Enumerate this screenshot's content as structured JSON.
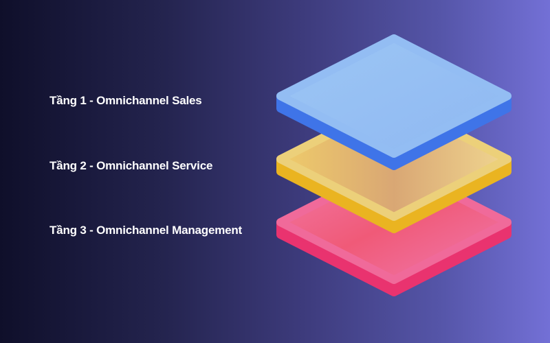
{
  "layers": [
    {
      "label": "Tầng 1 - Omnichannel Sales",
      "color": "#93bdf3",
      "side_color": "#3f74e8"
    },
    {
      "label": "Tầng 2 - Omnichannel Service",
      "color": "#ecd07a",
      "side_color": "#eab421"
    },
    {
      "label": "Tầng 3 - Omnichannel Management",
      "color": "#f06a9a",
      "side_color": "#e9336f"
    }
  ]
}
